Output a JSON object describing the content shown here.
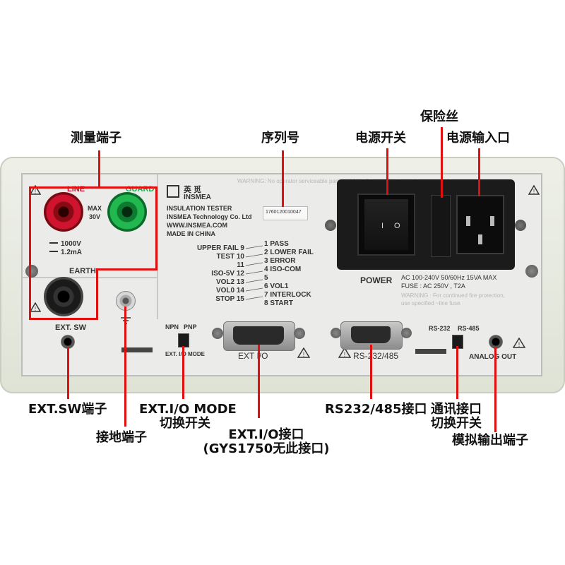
{
  "callouts": {
    "measure_terminal": "测量端子",
    "serial_number": "序列号",
    "power_switch": "电源开关",
    "fuse": "保险丝",
    "power_input": "电源输入口",
    "ext_sw_terminal": "EXT.SW端子",
    "ext_io_mode_line1": "EXT.I/O MODE",
    "ext_io_mode_line2": "切换开关",
    "ground_terminal": "接地端子",
    "ext_io_port_line1": "EXT.I/O接口",
    "ext_io_port_line2": "(GYS1750无此接口)",
    "rs_port": "RS232/485接口",
    "comm_switch_line1": "通讯接口",
    "comm_switch_line2": "切换开关",
    "analog_out_terminal": "模拟输出端子"
  },
  "panel": {
    "line_label": "LINE",
    "guard_label": "GUARD",
    "max_label": "MAX",
    "max_value": "30V",
    "dc_voltage": "1000V",
    "dc_current": "1.2mA",
    "earth_label": "EARTH",
    "ext_sw_label": "EXT. SW",
    "brand_cn": "英 觅",
    "brand_en": "INSMEA",
    "product": "INSULATION TESTER",
    "company": "INSMEA Technology Co. Ltd",
    "website": "WWW.INSMEA.COM",
    "origin": "MADE IN CHINA",
    "serial": "1760120010047",
    "warning_top": "WARNING: No operator serviceable parts inside, refer servicing to service personnel",
    "power_label": "POWER",
    "power_spec": "AC 100-240V 50/60Hz 15VA MAX",
    "fuse_spec": "FUSE : AC 250V , T2A",
    "fuse_warning_1": "WARNING : For continued fire protection,",
    "fuse_warning_2": "use specified ~line fuse.",
    "npn_label": "NPN",
    "pnp_label": "PNP",
    "ext_io_mode_label": "EXT. I/O MODE",
    "ext_io_label": "EXT I/O",
    "rs_label": "RS-232/485",
    "rs232_label": "RS-232",
    "rs485_label": "RS-485",
    "analog_out_label": "ANALOG OUT",
    "switch_off": "O",
    "switch_on": "I"
  },
  "pins_left": [
    "UPPER FAIL 9",
    "TEST 10",
    "11",
    "ISO-5V 12",
    "VOL2 13",
    "VOL0 14",
    "STOP 15"
  ],
  "pins_right": [
    "1 PASS",
    "2 LOWER FAIL",
    "3 ERROR",
    "4 ISO-COM",
    "5",
    "6 VOL1",
    "7 INTERLOCK",
    "8 START"
  ],
  "colors": {
    "annotation": "#e01010",
    "line_terminal": "#c8102e",
    "guard_terminal": "#1aa84a",
    "earth_terminal": "#1a1a1a",
    "panel": "#ececea",
    "frame": "#e2e6da"
  }
}
